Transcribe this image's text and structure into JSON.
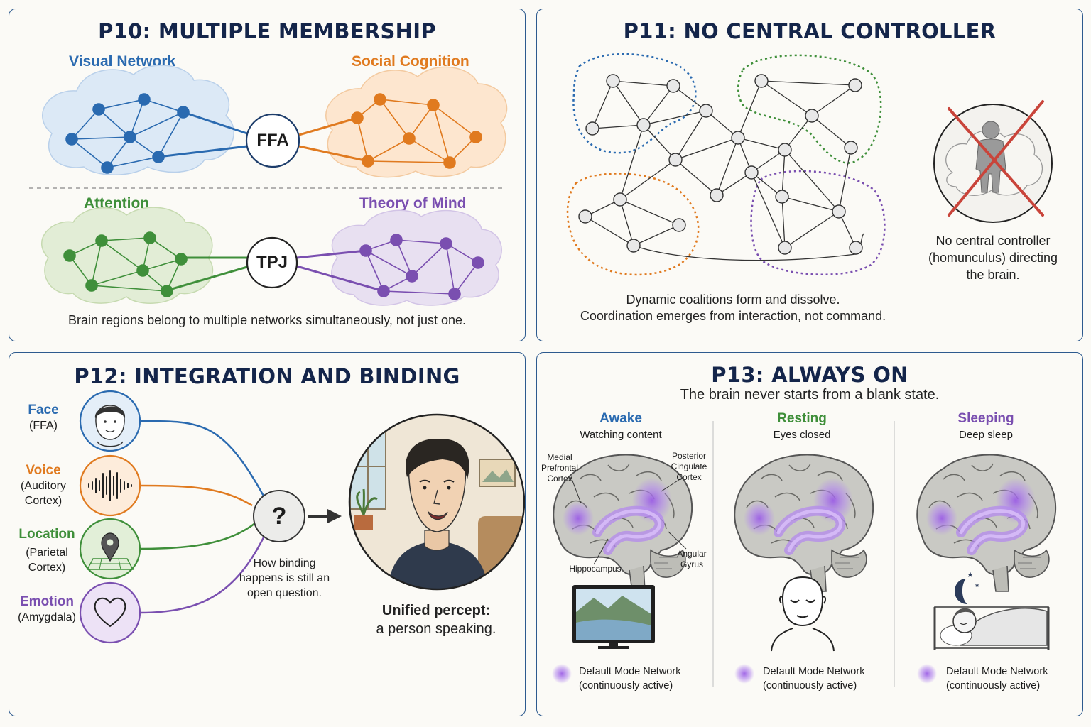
{
  "p10": {
    "title": "P10: MULTIPLE MEMBERSHIP",
    "visual_label": "Visual Network",
    "social_label": "Social Cognition",
    "ffa": "FFA",
    "attention_label": "Attention",
    "tom_label": "Theory of Mind",
    "tpj": "TPJ",
    "caption": "Brain regions belong to multiple networks simultaneously, not just one."
  },
  "p11": {
    "title": "P11: NO CENTRAL CONTROLLER",
    "caption_line1": "Dynamic coalitions form and dissolve.",
    "caption_line2": "Coordination emerges from interaction, not command.",
    "homunculus_line1": "No central controller",
    "homunculus_line2": "(homunculus) directing",
    "homunculus_line3": "the brain."
  },
  "p12": {
    "title": "P12: INTEGRATION AND BINDING",
    "inputs": [
      {
        "name": "Face",
        "line1": "(FFA)",
        "line2": "",
        "color": "#2a6ab0",
        "icon": "face-icon"
      },
      {
        "name": "Voice",
        "line1": "(Auditory",
        "line2": "Cortex)",
        "color": "#e07a1f",
        "icon": "waveform-icon"
      },
      {
        "name": "Location",
        "line1": "(Parietal",
        "line2": "Cortex)",
        "color": "#3f8f3a",
        "icon": "map-pin-icon"
      },
      {
        "name": "Emotion",
        "line1": "(Amygdala)",
        "line2": "",
        "color": "#7a4fb0",
        "icon": "heart-icon"
      }
    ],
    "question_mark": "?",
    "binding_line1": "How binding",
    "binding_line2": "happens is still an",
    "binding_line3": "open question.",
    "percept_bold": "Unified percept:",
    "percept_text": "a person speaking."
  },
  "p13": {
    "title": "P13: ALWAYS ON",
    "subtitle": "The brain never starts from a blank state.",
    "states": [
      {
        "name": "Awake",
        "desc": "Watching content",
        "color": "#2a6ab0",
        "legend1": "Default Mode Network",
        "legend2": "(continuously active)"
      },
      {
        "name": "Resting",
        "desc": "Eyes closed",
        "color": "#3f8f3a",
        "legend1": "Default Mode Network",
        "legend2": "(continuously active)"
      },
      {
        "name": "Sleeping",
        "desc": "Deep sleep",
        "color": "#7a4fb0",
        "legend1": "Default Mode Network",
        "legend2": "(continuously active)"
      }
    ],
    "brain_labels": {
      "mpfc1": "Medial",
      "mpfc2": "Prefrontal",
      "mpfc3": "Cortex",
      "pcc1": "Posterior",
      "pcc2": "Cingulate",
      "pcc3": "Cortex",
      "hippocampus": "Hippocampus",
      "angular1": "Angular",
      "angular2": "Gyrus"
    }
  },
  "colors": {
    "blue": "#2a6ab0",
    "orange": "#e07a1f",
    "green": "#3f8f3a",
    "purple": "#7a4fb0",
    "title": "#14254a",
    "border": "#2d5a8e",
    "dmn_glow": "#9b5de5"
  }
}
